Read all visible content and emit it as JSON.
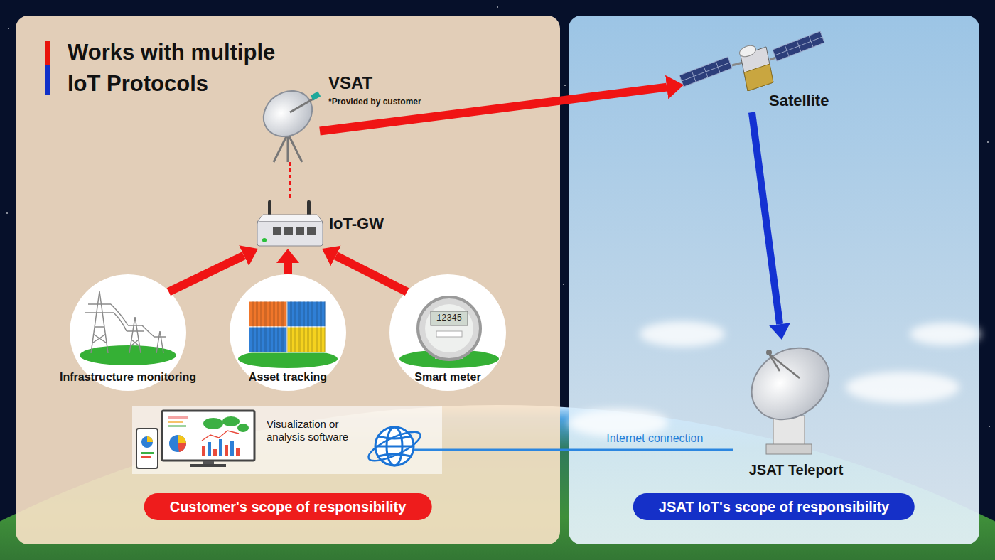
{
  "diagram": {
    "title": "Works with multiple IoT Protocols",
    "nodes": [
      {
        "text": [
          "Customer's scope of responsibility"
        ]
      },
      {
        "text": [
          "VSAT",
          "*Provided by customer"
        ],
        "in": 0
      },
      {
        "text": [
          "IoT-GW"
        ],
        "in": 0
      },
      {
        "text": [
          "Infrastructure monitoring"
        ],
        "in": 0
      },
      {
        "text": [
          "Asset tracking"
        ],
        "in": 0
      },
      {
        "text": [
          "Smart meter"
        ],
        "in": 0
      },
      {
        "text": [
          "Visualization or analysis software"
        ],
        "in": 0
      },
      {
        "text": [
          "JSAT IoT's scope of responsibility"
        ]
      },
      {
        "text": [
          "Satellite"
        ],
        "in": 7
      },
      {
        "text": [
          "JSAT Teleport"
        ],
        "in": 7
      }
    ],
    "edges": [
      {
        "from": 1,
        "to": 8,
        "arrow": "to"
      },
      {
        "from": 8,
        "to": 9,
        "arrow": "to"
      },
      {
        "from": 3,
        "to": 2,
        "arrow": "to"
      },
      {
        "from": 4,
        "to": 2,
        "arrow": "to"
      },
      {
        "from": 5,
        "to": 2,
        "arrow": "to"
      },
      {
        "from": 2,
        "to": 1,
        "arrow": "none"
      },
      {
        "from": 9,
        "to": 6,
        "arrow": "none",
        "label": "Internet connection"
      }
    ],
    "labels": [
      "12345"
    ]
  }
}
